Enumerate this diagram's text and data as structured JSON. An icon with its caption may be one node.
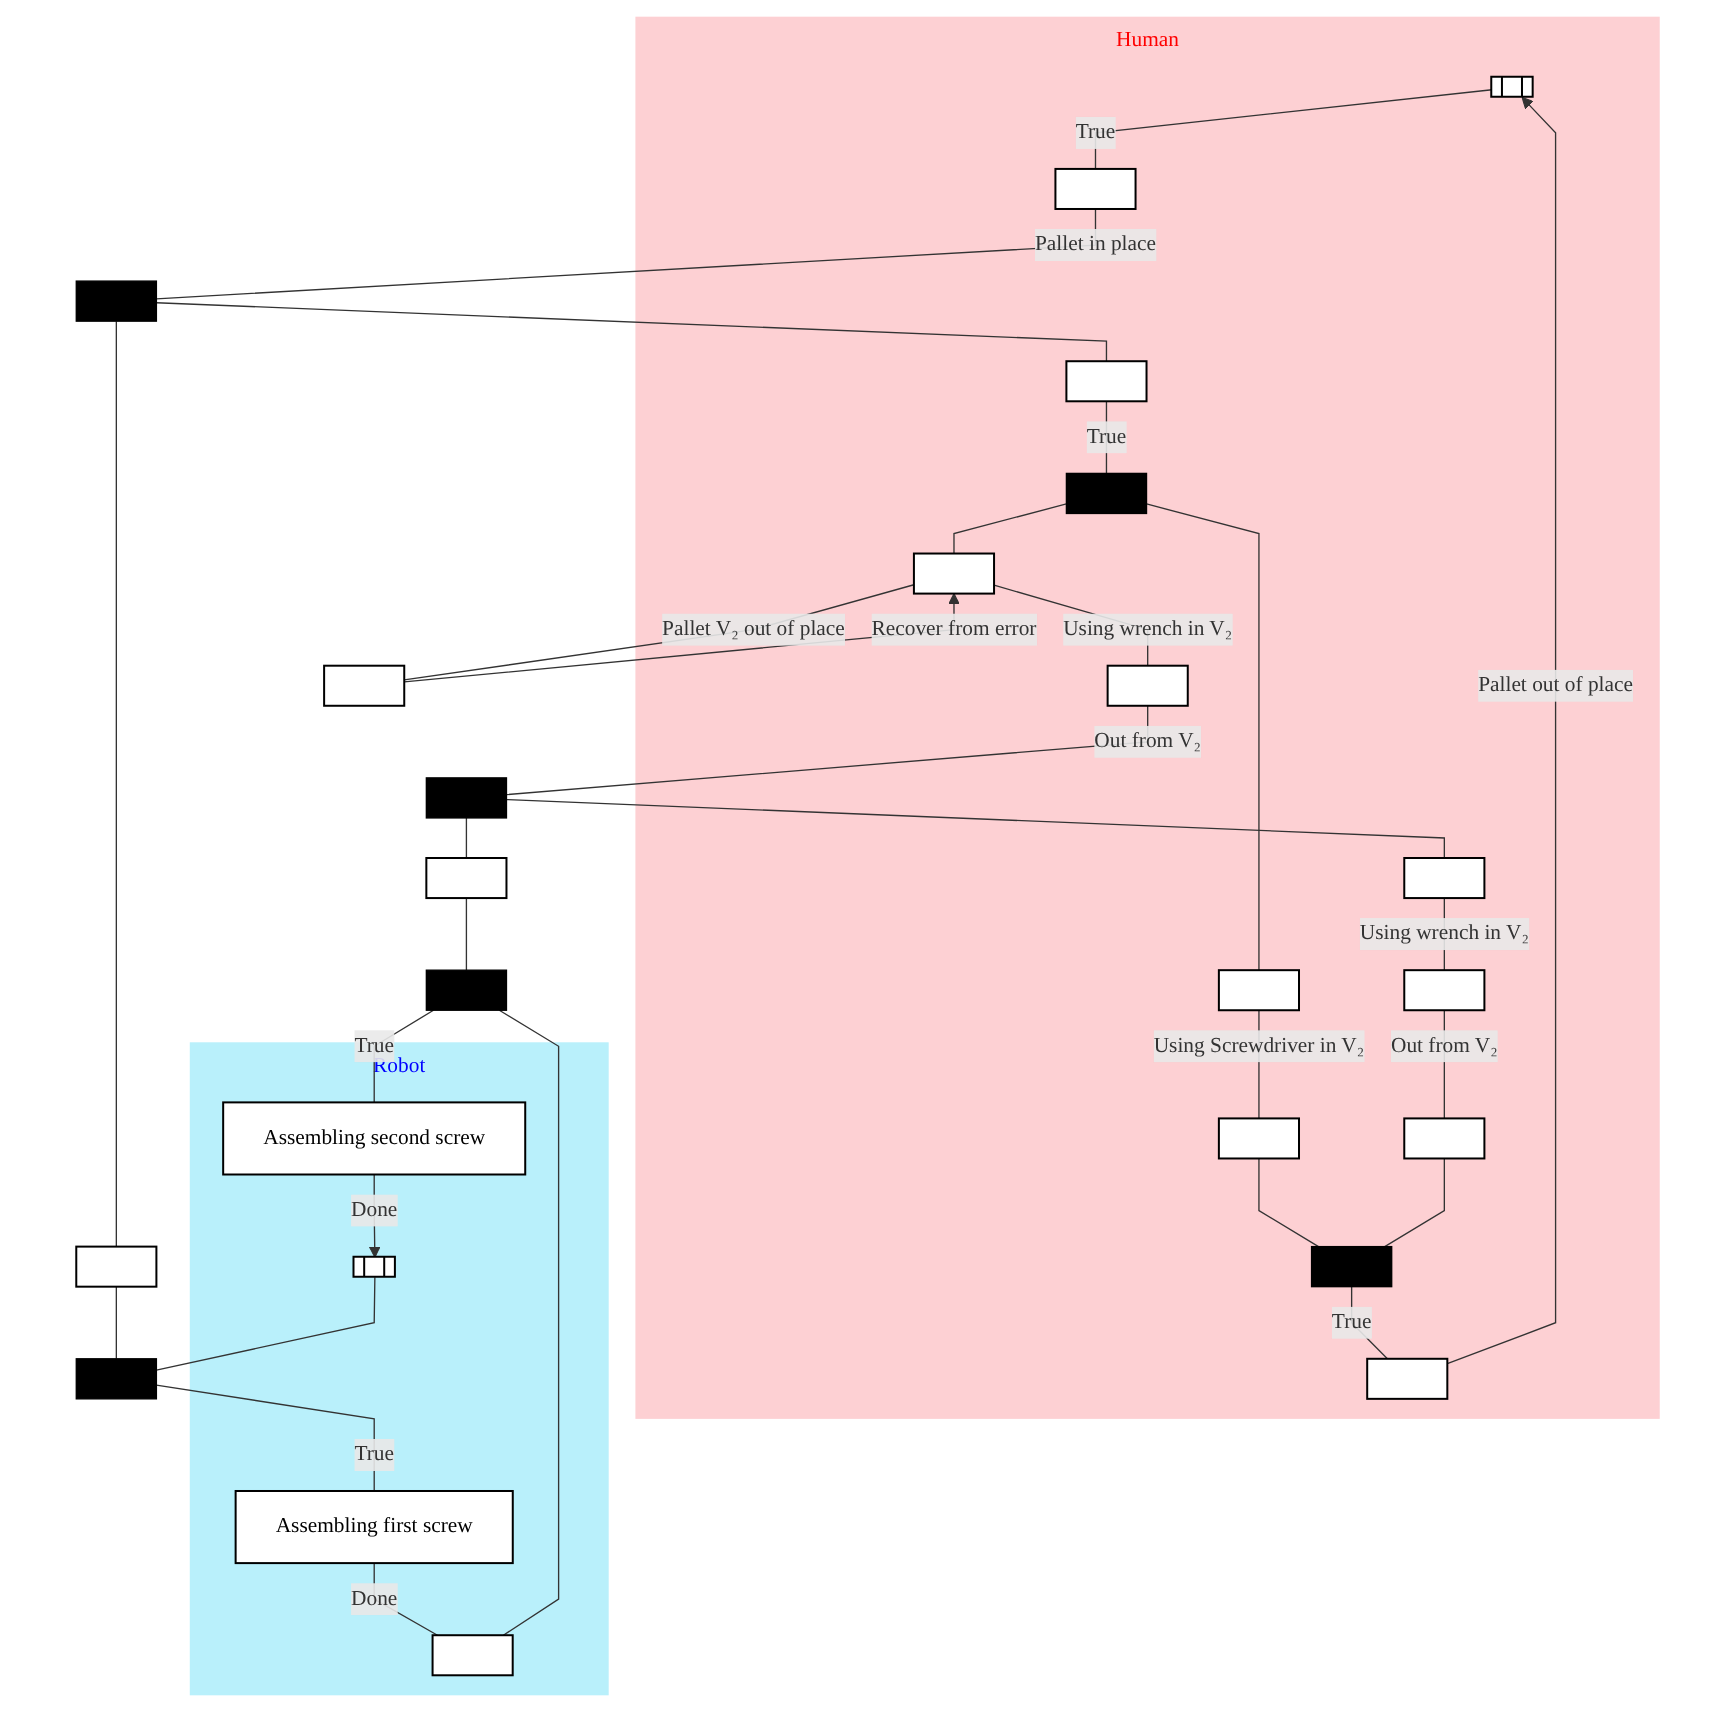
{
  "diagram": {
    "nodes": [
      {
        "text": [
          "Human"
        ]
      },
      {
        "text": [
          "Robot"
        ]
      },
      {
        "text": [],
        "shape": "box",
        "in": 0
      },
      {
        "text": [],
        "shape": "box",
        "in": 0
      },
      {
        "text": [],
        "shape": "bar"
      },
      {
        "text": [],
        "shape": "box",
        "in": 0
      },
      {
        "text": [],
        "shape": "box"
      },
      {
        "text": [],
        "shape": "bar"
      },
      {
        "text": [],
        "shape": "box",
        "in": 1
      },
      {
        "text": [],
        "shape": "bar",
        "in": 0
      },
      {
        "text": [],
        "shape": "box",
        "in": 0
      },
      {
        "text": [],
        "shape": "box",
        "in": 0
      },
      {
        "text": [],
        "shape": "box",
        "in": 0
      },
      {
        "text": [],
        "shape": "box",
        "in": 0
      },
      {
        "text": [],
        "shape": "box"
      },
      {
        "text": [],
        "shape": "bar"
      },
      {
        "text": [],
        "shape": "box"
      },
      {
        "text": [],
        "shape": "bar"
      },
      {
        "text": [],
        "shape": "box",
        "in": 0
      },
      {
        "text": [],
        "shape": "box",
        "in": 0
      },
      {
        "text": [],
        "shape": "box",
        "in": 0
      },
      {
        "text": [],
        "shape": "bar",
        "in": 0
      },
      {
        "text": [],
        "shape": "box",
        "in": 0
      },
      {
        "text": [
          "Assembling first screw"
        ],
        "in": 1
      },
      {
        "text": [],
        "shape": "box",
        "in": 1
      },
      {
        "text": [
          "Assembling second screw"
        ],
        "in": 1
      }
    ],
    "edges": [
      {
        "from": 2,
        "to": 3,
        "arrow": "none",
        "label": "True"
      },
      {
        "from": 3,
        "to": 4,
        "arrow": "none",
        "label": "Pallet in place"
      },
      {
        "from": 4,
        "to": 5,
        "arrow": "none"
      },
      {
        "from": 4,
        "to": 6,
        "arrow": "none"
      },
      {
        "from": 5,
        "to": 9,
        "arrow": "none",
        "label": "True"
      },
      {
        "from": 6,
        "to": 7,
        "arrow": "none"
      },
      {
        "from": 8,
        "to": 7,
        "arrow": "none"
      },
      {
        "from": 7,
        "to": 23,
        "arrow": "none",
        "label": "True"
      },
      {
        "from": 23,
        "to": 24,
        "arrow": "none",
        "label": "Done"
      },
      {
        "from": 9,
        "to": 10,
        "arrow": "none"
      },
      {
        "from": 9,
        "to": 12,
        "arrow": "none"
      },
      {
        "from": 10,
        "to": 11,
        "arrow": "none",
        "label": "Using wrench in V₂"
      },
      {
        "from": 10,
        "to": 14,
        "arrow": "none",
        "label": "Pallet V₂ out of place"
      },
      {
        "from": 14,
        "to": 10,
        "arrow": "to",
        "label": "Recover from error"
      },
      {
        "from": 12,
        "to": 13,
        "arrow": "none",
        "label": "Using Screwdriver in V₂"
      },
      {
        "from": 11,
        "to": 15,
        "arrow": "none",
        "label": "Out from V₂"
      },
      {
        "from": 13,
        "to": 21,
        "arrow": "none"
      },
      {
        "from": 15,
        "to": 16,
        "arrow": "none"
      },
      {
        "from": 15,
        "to": 18,
        "arrow": "none"
      },
      {
        "from": 16,
        "to": 17,
        "arrow": "none"
      },
      {
        "from": 24,
        "to": 17,
        "arrow": "none"
      },
      {
        "from": 17,
        "to": 25,
        "arrow": "none",
        "label": "True"
      },
      {
        "from": 18,
        "to": 19,
        "arrow": "none",
        "label": "Using wrench in V₂"
      },
      {
        "from": 19,
        "to": 20,
        "arrow": "none",
        "label": "Out from V₂"
      },
      {
        "from": 20,
        "to": 21,
        "arrow": "none"
      },
      {
        "from": 21,
        "to": 22,
        "arrow": "none",
        "label": "True"
      },
      {
        "from": 22,
        "to": 2,
        "arrow": "to",
        "label": "Pallet out of place"
      },
      {
        "from": 25,
        "to": 8,
        "arrow": "to",
        "label": "Done"
      }
    ]
  }
}
